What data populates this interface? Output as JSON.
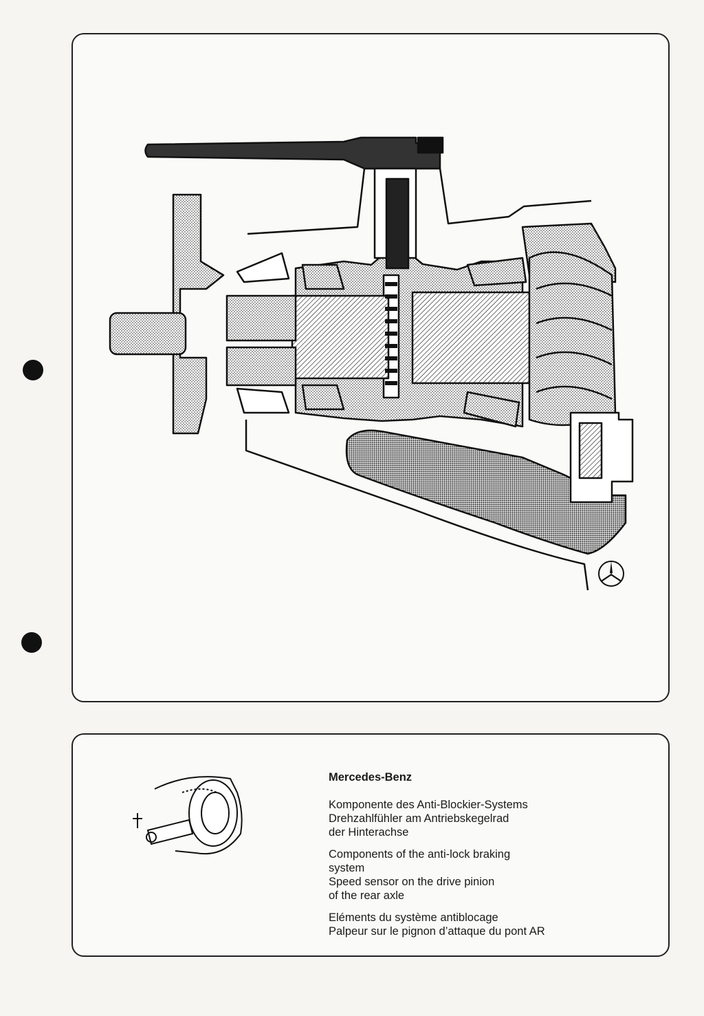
{
  "caption": {
    "brand": "Mercedes-Benz",
    "german": [
      "Komponente des Anti-Blockier-Systems",
      "Drehzahlfühler am Antriebskegelrad",
      "der Hinterachse"
    ],
    "english": [
      "Components of the anti-lock braking",
      "system",
      "Speed sensor on the drive pinion",
      "of the rear axle"
    ],
    "french": [
      "Eléments du système antiblocage",
      "Palpeur sur le pignon d’attaque du pont AR"
    ]
  },
  "icons": {
    "logo": "mercedes-star-icon",
    "thumbnail": "axle-pinion-thumbnail-icon"
  }
}
